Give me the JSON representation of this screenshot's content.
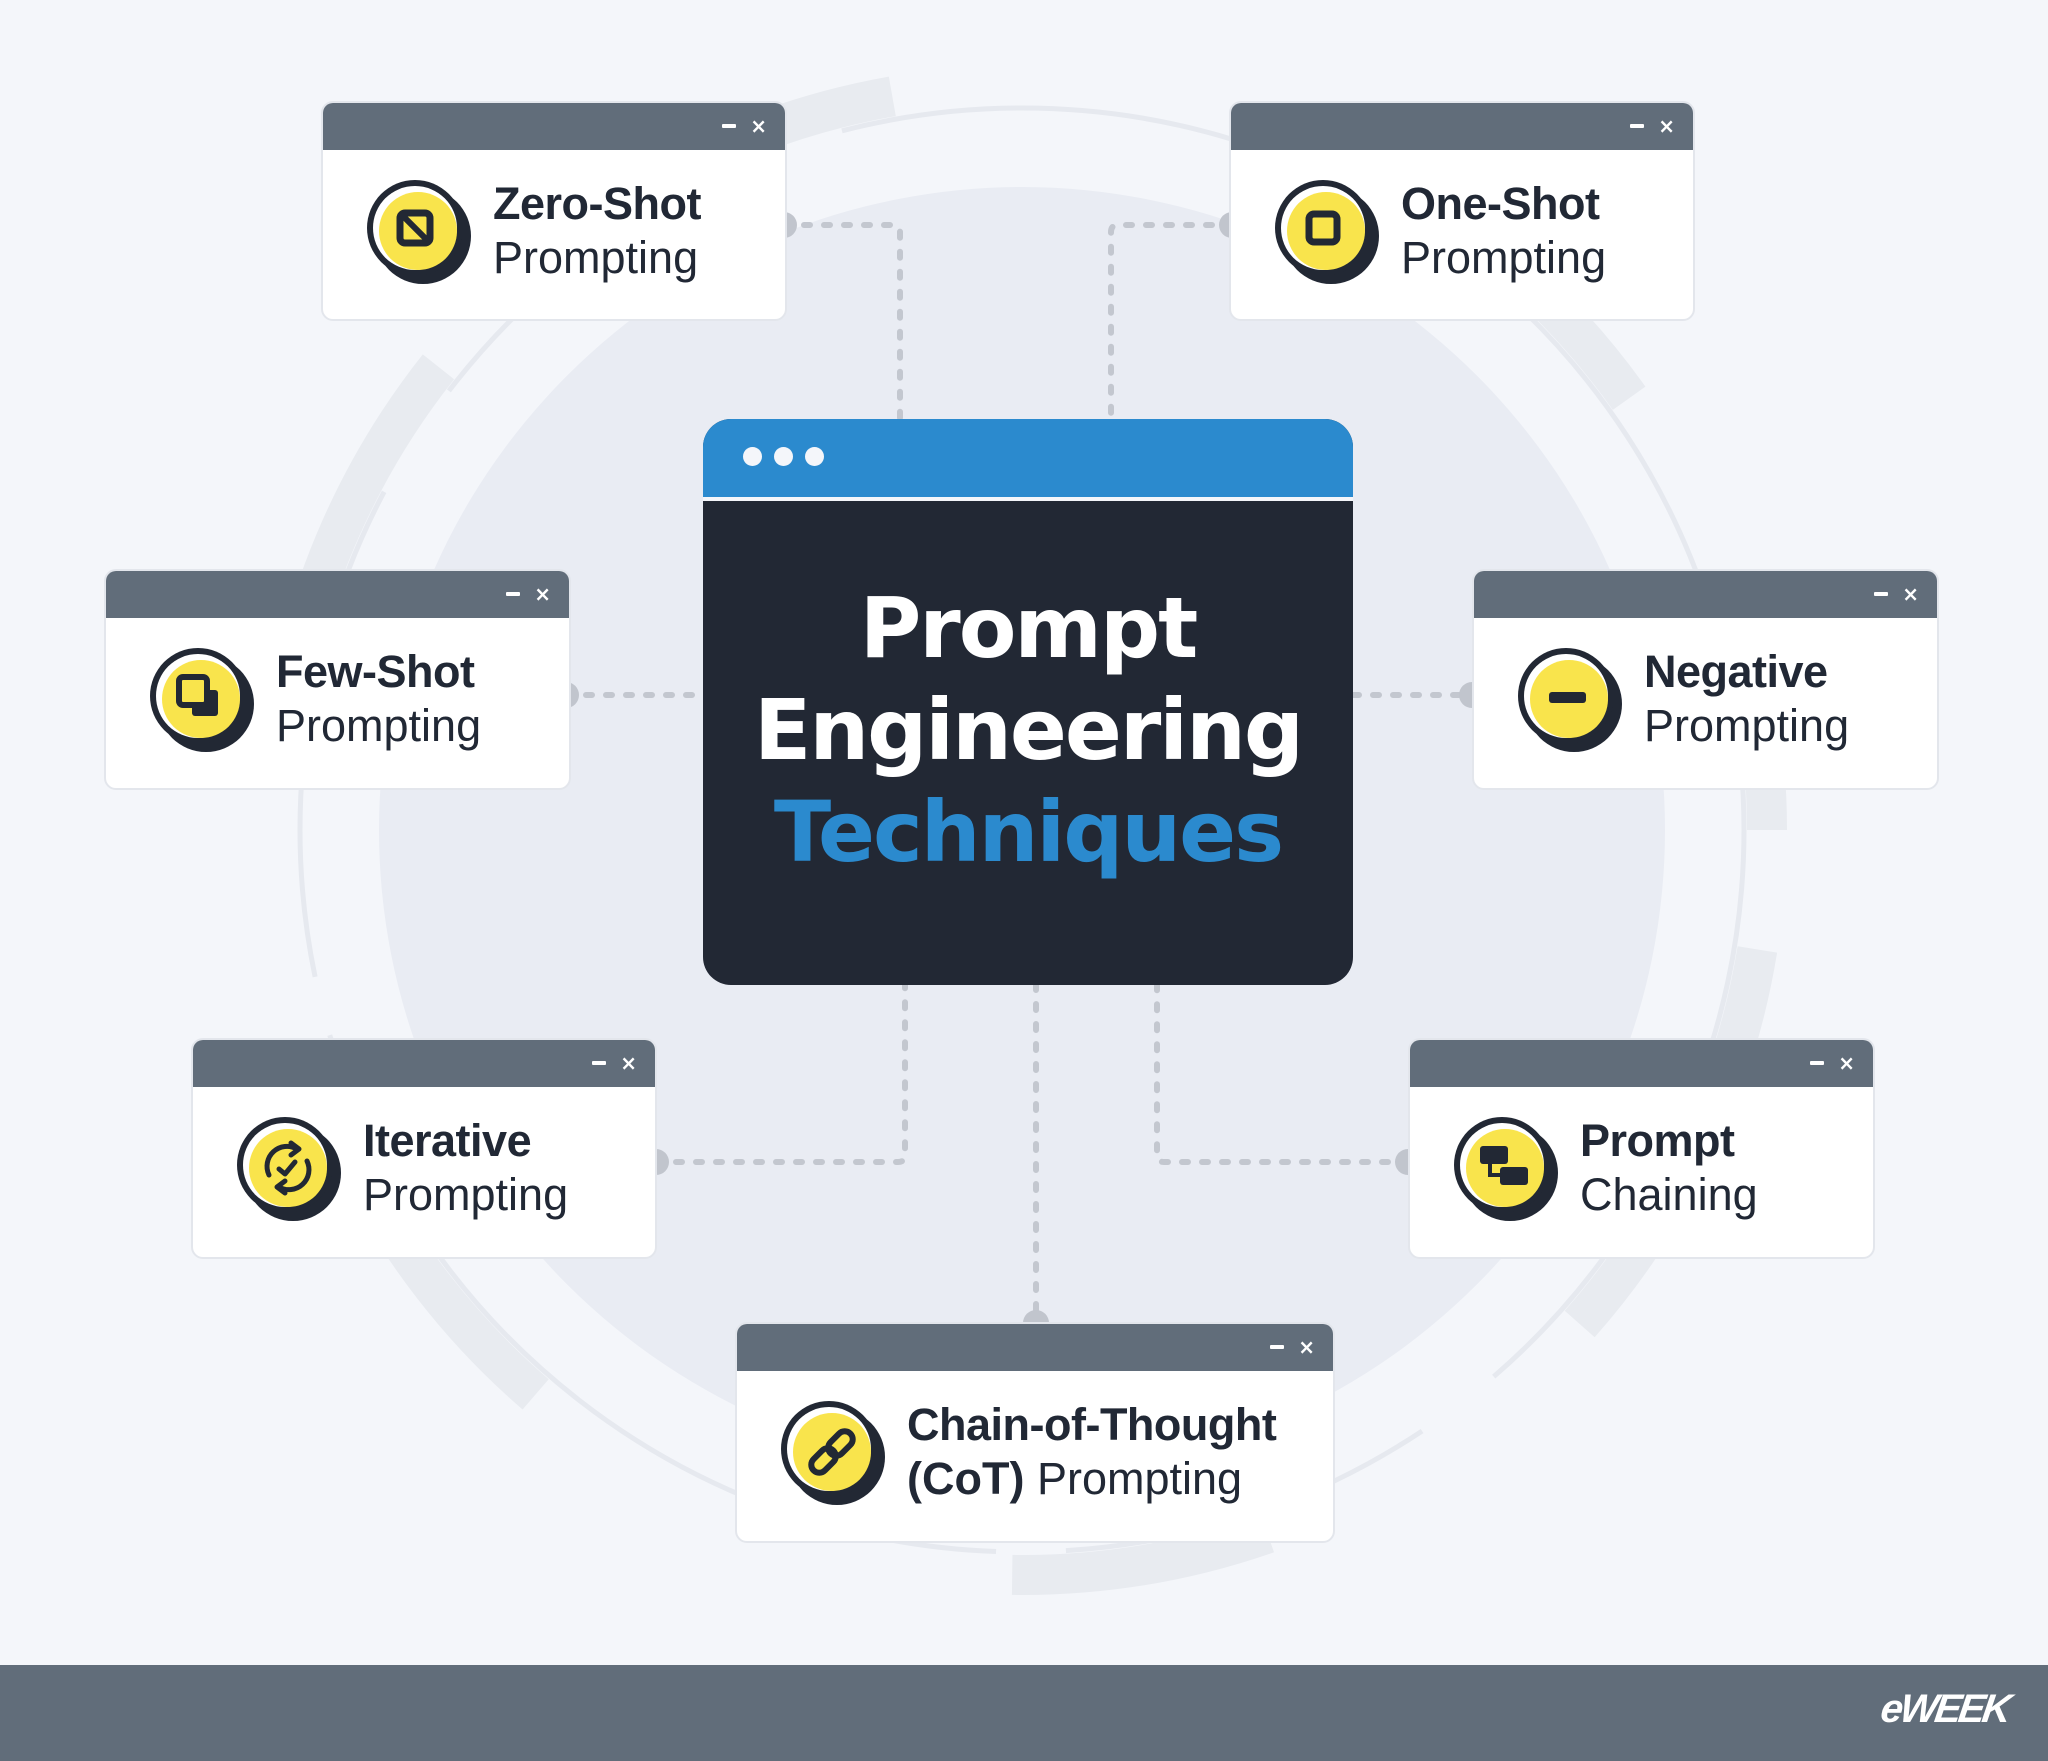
{
  "center": {
    "title_line1": "Prompt",
    "title_line2": "Engineering",
    "title_line3": "Techniques",
    "window_dots": 3
  },
  "cards": [
    {
      "id": "zero-shot",
      "title": "Zero-Shot",
      "subtitle": "Prompting",
      "icon": "square-slash-icon"
    },
    {
      "id": "one-shot",
      "title": "One-Shot",
      "subtitle": "Prompting",
      "icon": "square-icon"
    },
    {
      "id": "few-shot",
      "title": "Few-Shot",
      "subtitle": "Prompting",
      "icon": "stacked-squares-icon"
    },
    {
      "id": "negative",
      "title": "Negative",
      "subtitle": "Prompting",
      "icon": "minus-icon"
    },
    {
      "id": "iterative",
      "title": "Iterative",
      "subtitle": "Prompting",
      "icon": "refresh-check-icon"
    },
    {
      "id": "prompt-chaining",
      "title": "Prompt",
      "subtitle": "Chaining",
      "icon": "flow-blocks-icon"
    },
    {
      "id": "chain-of-thought",
      "title": "Chain-of-Thought",
      "subtitle_bold": "(CoT)",
      "subtitle": " Prompting",
      "icon": "link-icon"
    }
  ],
  "window_controls": {
    "minimize": "–",
    "close": "×"
  },
  "footer": {
    "logo": "eWEEK"
  },
  "colors": {
    "background": "#f4f6fa",
    "inner_circle": "#e9ecf3",
    "ring": "#e6e9ef",
    "card_titlebar": "#616d7a",
    "center_bg": "#222834",
    "accent_blue": "#2b8ace",
    "icon_yellow": "#f9e44c",
    "connector": "#c3c7cf",
    "text_dark": "#212835"
  }
}
